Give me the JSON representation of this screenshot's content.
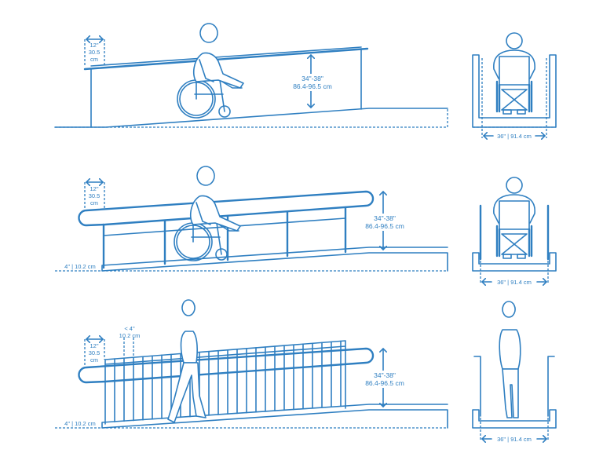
{
  "accent_color": "#2f7fc1",
  "rows": [
    {
      "name": "wheelchair-ramp-wall-rail",
      "extension_in": "12\"",
      "extension_cm": "30.5",
      "extension_unit": "cm",
      "height_in": "34\"-38\"",
      "height_cm": "86.4-96.5 cm",
      "width_label": "36\" | 91.4 cm"
    },
    {
      "name": "wheelchair-ramp-open-rail",
      "extension_in": "12\"",
      "extension_cm": "30.5",
      "extension_unit": "cm",
      "height_in": "34\"-38\"",
      "height_cm": "86.4-96.5 cm",
      "curb_label": "4\" | 10.2 cm",
      "width_label": "36\" | 91.4 cm"
    },
    {
      "name": "pedestrian-ramp-baluster-rail",
      "extension_in": "12\"",
      "extension_cm": "30.5",
      "extension_unit": "cm",
      "spacing_in": "< 4\"",
      "spacing_cm": "10.2 cm",
      "height_in": "34\"-38\"",
      "height_cm": "86.4-96.5 cm",
      "curb_label": "4\" | 10.2 cm",
      "width_label": "36\" | 91.4 cm"
    }
  ]
}
